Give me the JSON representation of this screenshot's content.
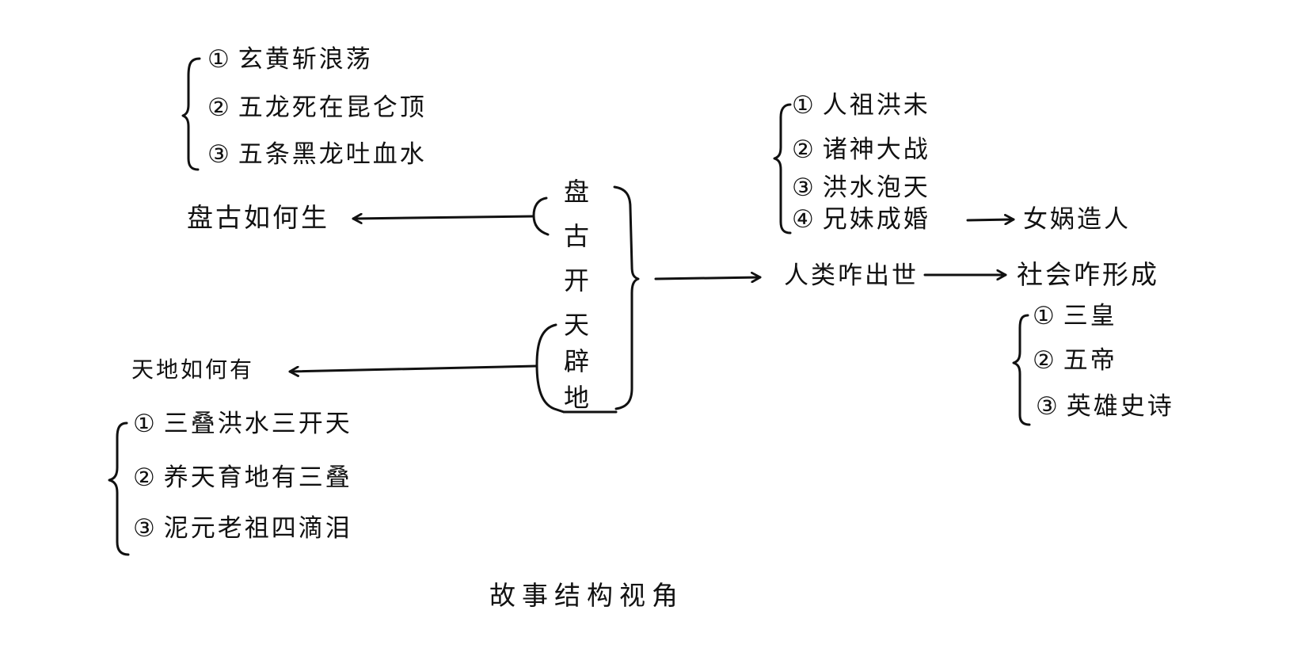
{
  "title": "故事结构视角",
  "center": {
    "label": "盘古开天辟地",
    "chars": [
      "盘",
      "古",
      "开",
      "天",
      "辟",
      "地"
    ]
  },
  "left_upper": {
    "question": "盘古如何生",
    "items": [
      {
        "num": "①",
        "text": "玄黄斩浪荡"
      },
      {
        "num": "②",
        "text": "五龙死在昆仑顶"
      },
      {
        "num": "③",
        "text": "五条黑龙吐血水"
      }
    ]
  },
  "left_lower": {
    "question": "天地如何有",
    "items": [
      {
        "num": "①",
        "text": "三叠洪水三开天"
      },
      {
        "num": "②",
        "text": "养天育地有三叠"
      },
      {
        "num": "③",
        "text": "泥元老祖四滴泪"
      }
    ]
  },
  "right_human": {
    "question": "人类咋出世",
    "items": [
      {
        "num": "①",
        "text": "人祖洪未"
      },
      {
        "num": "②",
        "text": "诸神大战"
      },
      {
        "num": "③",
        "text": "洪水泡天"
      },
      {
        "num": "④",
        "text": "兄妹成婚"
      }
    ],
    "result": "女娲造人"
  },
  "right_society": {
    "question": "社会咋形成",
    "items": [
      {
        "num": "①",
        "text": "三皇"
      },
      {
        "num": "②",
        "text": "五帝"
      },
      {
        "num": "③",
        "text": "英雄史诗"
      }
    ]
  },
  "colors": {
    "ink": "#111111",
    "paper": "#ffffff"
  }
}
